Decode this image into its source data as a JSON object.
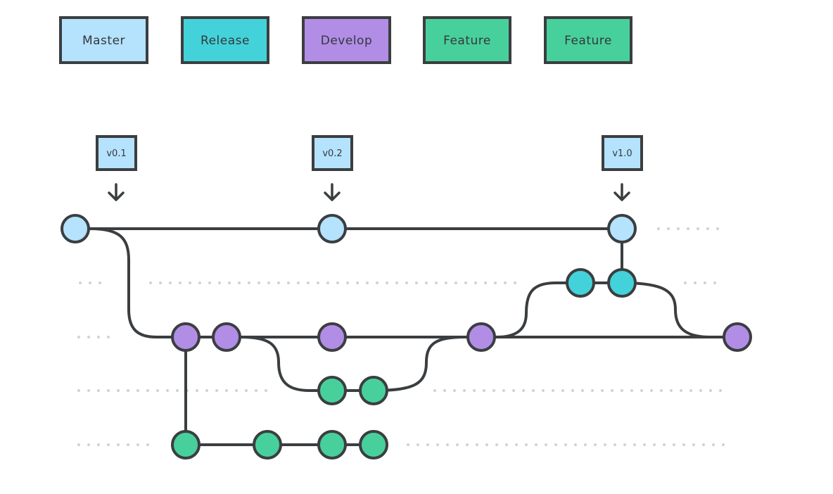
{
  "colors": {
    "master": "#b5e2fd",
    "release": "#43d2d9",
    "develop": "#b28de6",
    "feature": "#48d09c",
    "outline": "#3b3e40",
    "dots": "#d2d2d2"
  },
  "legend": [
    {
      "label": "Master",
      "branch": "master"
    },
    {
      "label": "Release",
      "branch": "release"
    },
    {
      "label": "Develop",
      "branch": "develop"
    },
    {
      "label": "Feature",
      "branch": "feature"
    },
    {
      "label": "Feature",
      "branch": "feature"
    }
  ],
  "tags": [
    {
      "label": "v0.1",
      "icon": "arrow-down-icon"
    },
    {
      "label": "v0.2",
      "icon": "arrow-down-icon"
    },
    {
      "label": "v1.0",
      "icon": "arrow-down-icon"
    }
  ],
  "branches": {
    "master": {
      "commits": 3,
      "color_key": "master"
    },
    "release": {
      "commits": 2,
      "color_key": "release"
    },
    "develop": {
      "commits": 5,
      "color_key": "develop"
    },
    "feature_1": {
      "commits": 2,
      "color_key": "feature"
    },
    "feature_2": {
      "commits": 4,
      "color_key": "feature"
    }
  }
}
